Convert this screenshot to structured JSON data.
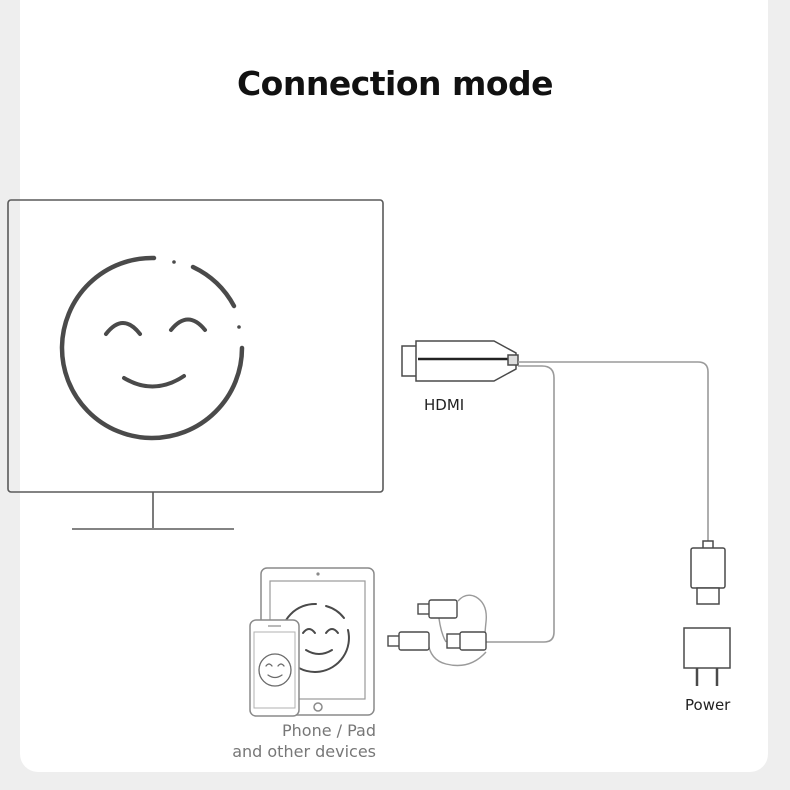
{
  "title": "Connection mode",
  "labels": {
    "hdmi": "HDMI",
    "power": "Power",
    "devices_line1": "Phone / Pad",
    "devices_line2": "and other devices"
  },
  "colors": {
    "background": "#eeeeee",
    "card": "#ffffff",
    "line_dark": "#555555",
    "line_light": "#9a9a9a",
    "text": "#222222"
  }
}
